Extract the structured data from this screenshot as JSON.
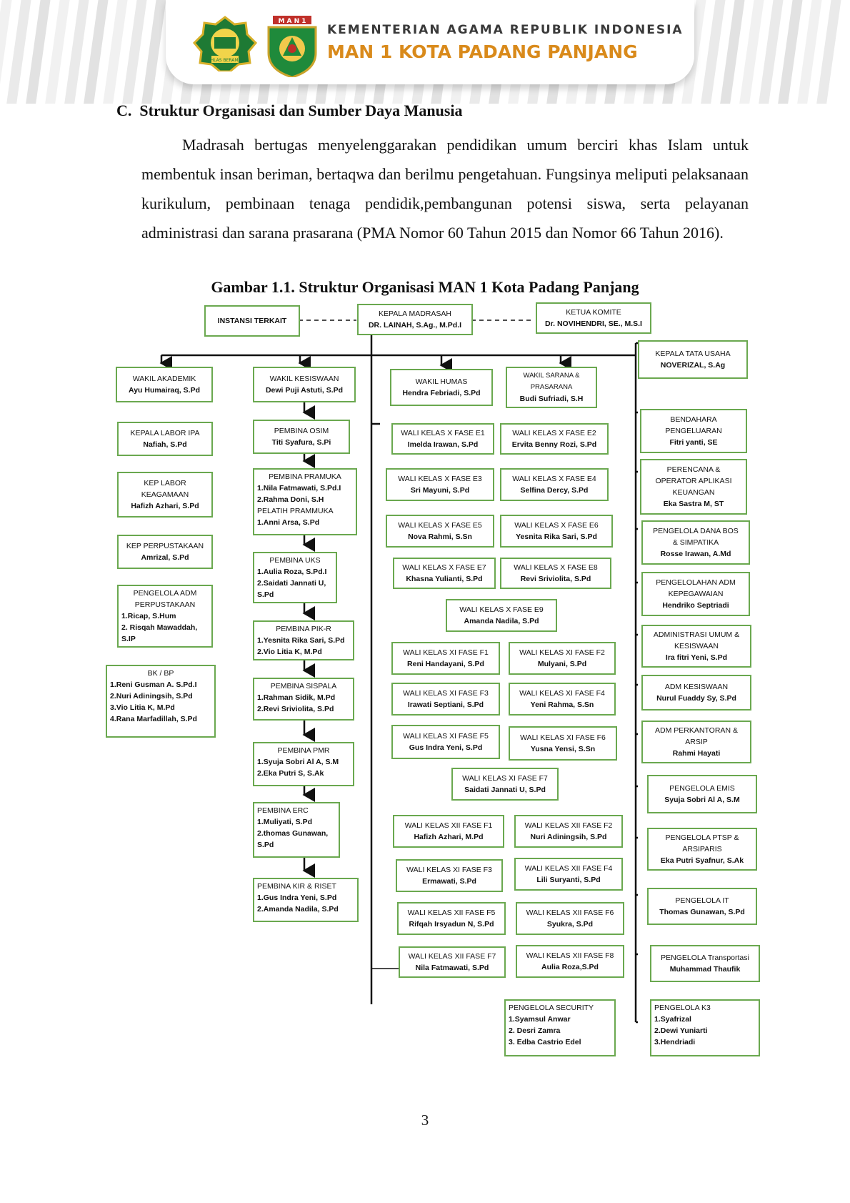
{
  "header": {
    "ministry": "KEMENTERIAN AGAMA REPUBLIK INDONESIA",
    "school": "MAN 1 KOTA PADANG PANJANG",
    "logo_ministry_text": "IKHLAS BERAMAL",
    "logo_school_text": "M A N 1"
  },
  "section": {
    "title": "C.  Struktur Organisasi dan Sumber Daya Manusia",
    "paragraph": "Madrasah bertugas menyelenggarakan pendidikan umum berciri khas Islam untuk membentuk insan beriman, bertaqwa dan berilmu pengetahuan. Fungsinya meliputi pelaksanaan kurikulum, pembinaan tenaga pendidik,pembangunan potensi siswa, serta pelayanan administrasi dan sarana prasarana (PMA Nomor 60 Tahun 2015 dan Nomor 66 Tahun 2016).",
    "figure_caption": "Gambar 1.1. Struktur Organisasi MAN 1 Kota Padang Panjang"
  },
  "page_number": "3",
  "org": {
    "instansi": {
      "title": "INSTANSI TERKAIT"
    },
    "kepala": {
      "title": "KEPALA MADRASAH",
      "name": "DR. LAINAH, S.Ag., M.Pd.I"
    },
    "komite": {
      "title": "KETUA KOMITE",
      "name": "Dr. NOVIHENDRI, SE., M.S.I"
    },
    "tata_usaha": {
      "title": "KEPALA TATA USAHA",
      "name": "NOVERIZAL, S.Ag"
    },
    "wakil_akademik": {
      "title": "WAKIL AKADEMIK",
      "name": "Ayu Humairaq, S.Pd"
    },
    "wakil_kesiswaan": {
      "title": "WAKIL KESISWAAN",
      "name": "Dewi Puji Astuti, S.Pd"
    },
    "wakil_humas": {
      "title": "WAKIL HUMAS",
      "name": "Hendra Febriadi, S.Pd"
    },
    "wakil_sarana": {
      "title1": "WAKIL SARANA &",
      "title2": "PRASARANA",
      "name": "Budi Sufriadi, S.H"
    },
    "akademik_col": [
      {
        "title": "KEPALA LABOR IPA",
        "name": "Nafiah, S.Pd"
      },
      {
        "title": "KEP LABOR KEAGAMAAN",
        "name": "Hafizh Azhari, S.Pd"
      },
      {
        "title": "KEP PERPUSTAKAAN",
        "name": "Amrizal, S.Pd"
      },
      {
        "title": "PENGELOLA ADM PERPUSTAKAAN",
        "lines": [
          "1.Ricap, S.Hum",
          "2. Risqah Mawaddah, S.IP"
        ]
      },
      {
        "title": "BK / BP",
        "lines": [
          "1.Reni Gusman A. S.Pd.I",
          "2.Nuri Adiningsih, S.Pd",
          "3.Vio Litia K, M.Pd",
          "4.Rana Marfadillah, S.Pd"
        ]
      }
    ],
    "kesiswaan_col": [
      {
        "title": "PEMBINA OSIM",
        "name": "Titi Syafura, S.Pi"
      },
      {
        "title": "PEMBINA PRAMUKA",
        "lines": [
          "1.Nila Fatmawati, S.Pd.I",
          "2.Rahma Doni, S.H",
          "PELATIH PRAMMUKA",
          "1.Anni Arsa, S.Pd"
        ]
      },
      {
        "title": "PEMBINA UKS",
        "lines": [
          "1.Aulia Roza, S.Pd.I",
          "2.Saidati Jannati U, S.Pd"
        ]
      },
      {
        "title": "PEMBINA PIK-R",
        "lines": [
          "1.Yesnita Rika Sari, S.Pd",
          "2.Vio Litia K, M.Pd"
        ]
      },
      {
        "title": "PEMBINA SISPALA",
        "lines": [
          "1.Rahman Sidik, M.Pd",
          "2.Revi Sriviolita, S.Pd"
        ]
      },
      {
        "title": "PEMBINA PMR",
        "lines": [
          "1.Syuja Sobri Al A, S.M",
          "2.Eka Putri S, S.Ak"
        ]
      },
      {
        "title": "PEMBINA ERC",
        "lines": [
          "1.Muliyati, S.Pd",
          "2.thomas Gunawan, S.Pd"
        ]
      },
      {
        "title": "PEMBINA KIR & RISET",
        "lines": [
          "1.Gus Indra Yeni, S.Pd",
          "2.Amanda Nadila, S.Pd"
        ]
      }
    ],
    "wali": [
      {
        "title": "WALI KELAS X FASE E1",
        "name": "Imelda Irawan, S.Pd"
      },
      {
        "title": "WALI KELAS X FASE E2",
        "name": "Ervita Benny Rozi, S.Pd"
      },
      {
        "title": "WALI KELAS X FASE E3",
        "name": "Sri Mayuni, S.Pd"
      },
      {
        "title": "WALI KELAS X FASE E4",
        "name": "Selfina Dercy, S.Pd"
      },
      {
        "title": "WALI KELAS X FASE E5",
        "name": "Nova Rahmi, S.Sn"
      },
      {
        "title": "WALI KELAS X FASE E6",
        "name": "Yesnita Rika Sari, S.Pd"
      },
      {
        "title": "WALI KELAS X FASE E7",
        "name": "Khasna Yulianti, S.Pd"
      },
      {
        "title": "WALI KELAS X FASE E8",
        "name": "Revi Sriviolita, S.Pd"
      },
      {
        "title": "WALI KELAS X FASE E9",
        "name": "Amanda Nadila, S.Pd"
      },
      {
        "title": "WALI KELAS XI FASE F1",
        "name": "Reni Handayani, S.Pd"
      },
      {
        "title": "WALI KELAS XI FASE F2",
        "name": "Mulyani, S.Pd"
      },
      {
        "title": "WALI KELAS XI FASE F3",
        "name": "Irawati Septiani, S.Pd"
      },
      {
        "title": "WALI KELAS XI FASE F4",
        "name": "Yeni Rahma, S.Sn"
      },
      {
        "title": "WALI KELAS XI FASE F5",
        "name": "Gus Indra Yeni, S.Pd"
      },
      {
        "title": "WALI KELAS XI FASE F6",
        "name": "Yusna Yensi, S.Sn"
      },
      {
        "title": "WALI KELAS XI FASE F7",
        "name": "Saidati Jannati U, S.Pd"
      },
      {
        "title": "WALI KELAS XII FASE F1",
        "name": "Hafizh Azhari, M.Pd"
      },
      {
        "title": "WALI KELAS XII FASE F2",
        "name": "Nuri Adiningsih, S.Pd"
      },
      {
        "title": "WALI KELAS XI FASE F3",
        "name": "Ermawati, S.Pd"
      },
      {
        "title": "WALI KELAS XII FASE F4",
        "name": "Lili Suryanti, S.Pd"
      },
      {
        "title": "WALI KELAS XII FASE F5",
        "name": "Rifqah Irsyadun N, S.Pd"
      },
      {
        "title": "WALI KELAS XII FASE F6",
        "name": "Syukra, S.Pd"
      },
      {
        "title": "WALI KELAS XII FASE F7",
        "name": "Nila Fatmawati, S.Pd"
      },
      {
        "title": "WALI KELAS XII FASE F8",
        "name": "Aulia Roza,S.Pd"
      }
    ],
    "security": {
      "title": "PENGELOLA SECURITY",
      "lines": [
        "1.Syamsul Anwar",
        "2. Desri Zamra",
        "3. Edba Castrio Edel"
      ]
    },
    "tu_col": [
      {
        "title1": "BENDAHARA",
        "title2": "PENGELUARAN",
        "name": "Fitri yanti, SE"
      },
      {
        "title1": "PERENCANA &",
        "title2": "OPERATOR APLIKASI",
        "title3": "KEUANGAN",
        "name": "Eka Sastra M, ST"
      },
      {
        "title1": "PENGELOLA DANA BOS",
        "title2": "& SIMPATIKA",
        "name": "Rosse Irawan, A.Md"
      },
      {
        "title1": "PENGELOLAHAN ADM",
        "title2": "KEPEGAWAIAN",
        "name": "Hendriko Septriadi"
      },
      {
        "title1": "ADMINISTRASI UMUM &",
        "title2": "KESISWAAN",
        "name": "Ira fitri Yeni, S.Pd"
      },
      {
        "title1": "ADM KESISWAAN",
        "name": "Nurul Fuaddy Sy, S.Pd"
      },
      {
        "title1": "ADM PERKANTORAN &",
        "title2": "ARSIP",
        "name": "Rahmi Hayati"
      },
      {
        "title1": "PENGELOLA EMIS",
        "name": "Syuja Sobri Al A, S.M"
      },
      {
        "title1": "PENGELOLA PTSP &",
        "title2": "ARSIPARIS",
        "name": "Eka Putri Syafnur, S.Ak"
      },
      {
        "title1": "PENGELOLA IT",
        "name": "Thomas Gunawan, S.Pd"
      },
      {
        "title1": "PENGELOLA Transportasi",
        "name": "Muhammad Thaufik"
      }
    ],
    "k3": {
      "title": "PENGELOLA K3",
      "lines": [
        "1.Syafrizal",
        "2.Dewi Yuniarti",
        "3.Hendriadi"
      ]
    }
  }
}
